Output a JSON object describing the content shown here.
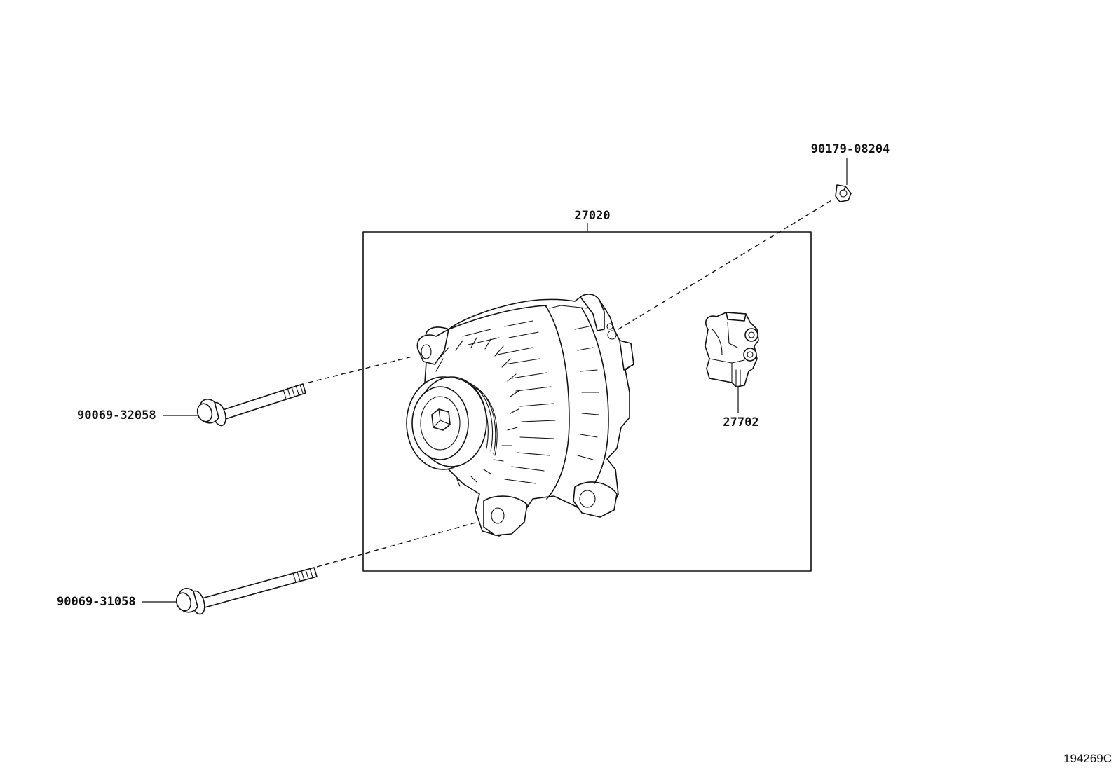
{
  "diagram": {
    "parts": [
      {
        "id": "alternator_assy",
        "number": "27020"
      },
      {
        "id": "regulator",
        "number": "27702"
      },
      {
        "id": "nut",
        "number": "90179-08204"
      },
      {
        "id": "bolt_upper",
        "number": "90069-32058"
      },
      {
        "id": "bolt_lower",
        "number": "90069-31058"
      }
    ],
    "figure_number": "194269C"
  }
}
